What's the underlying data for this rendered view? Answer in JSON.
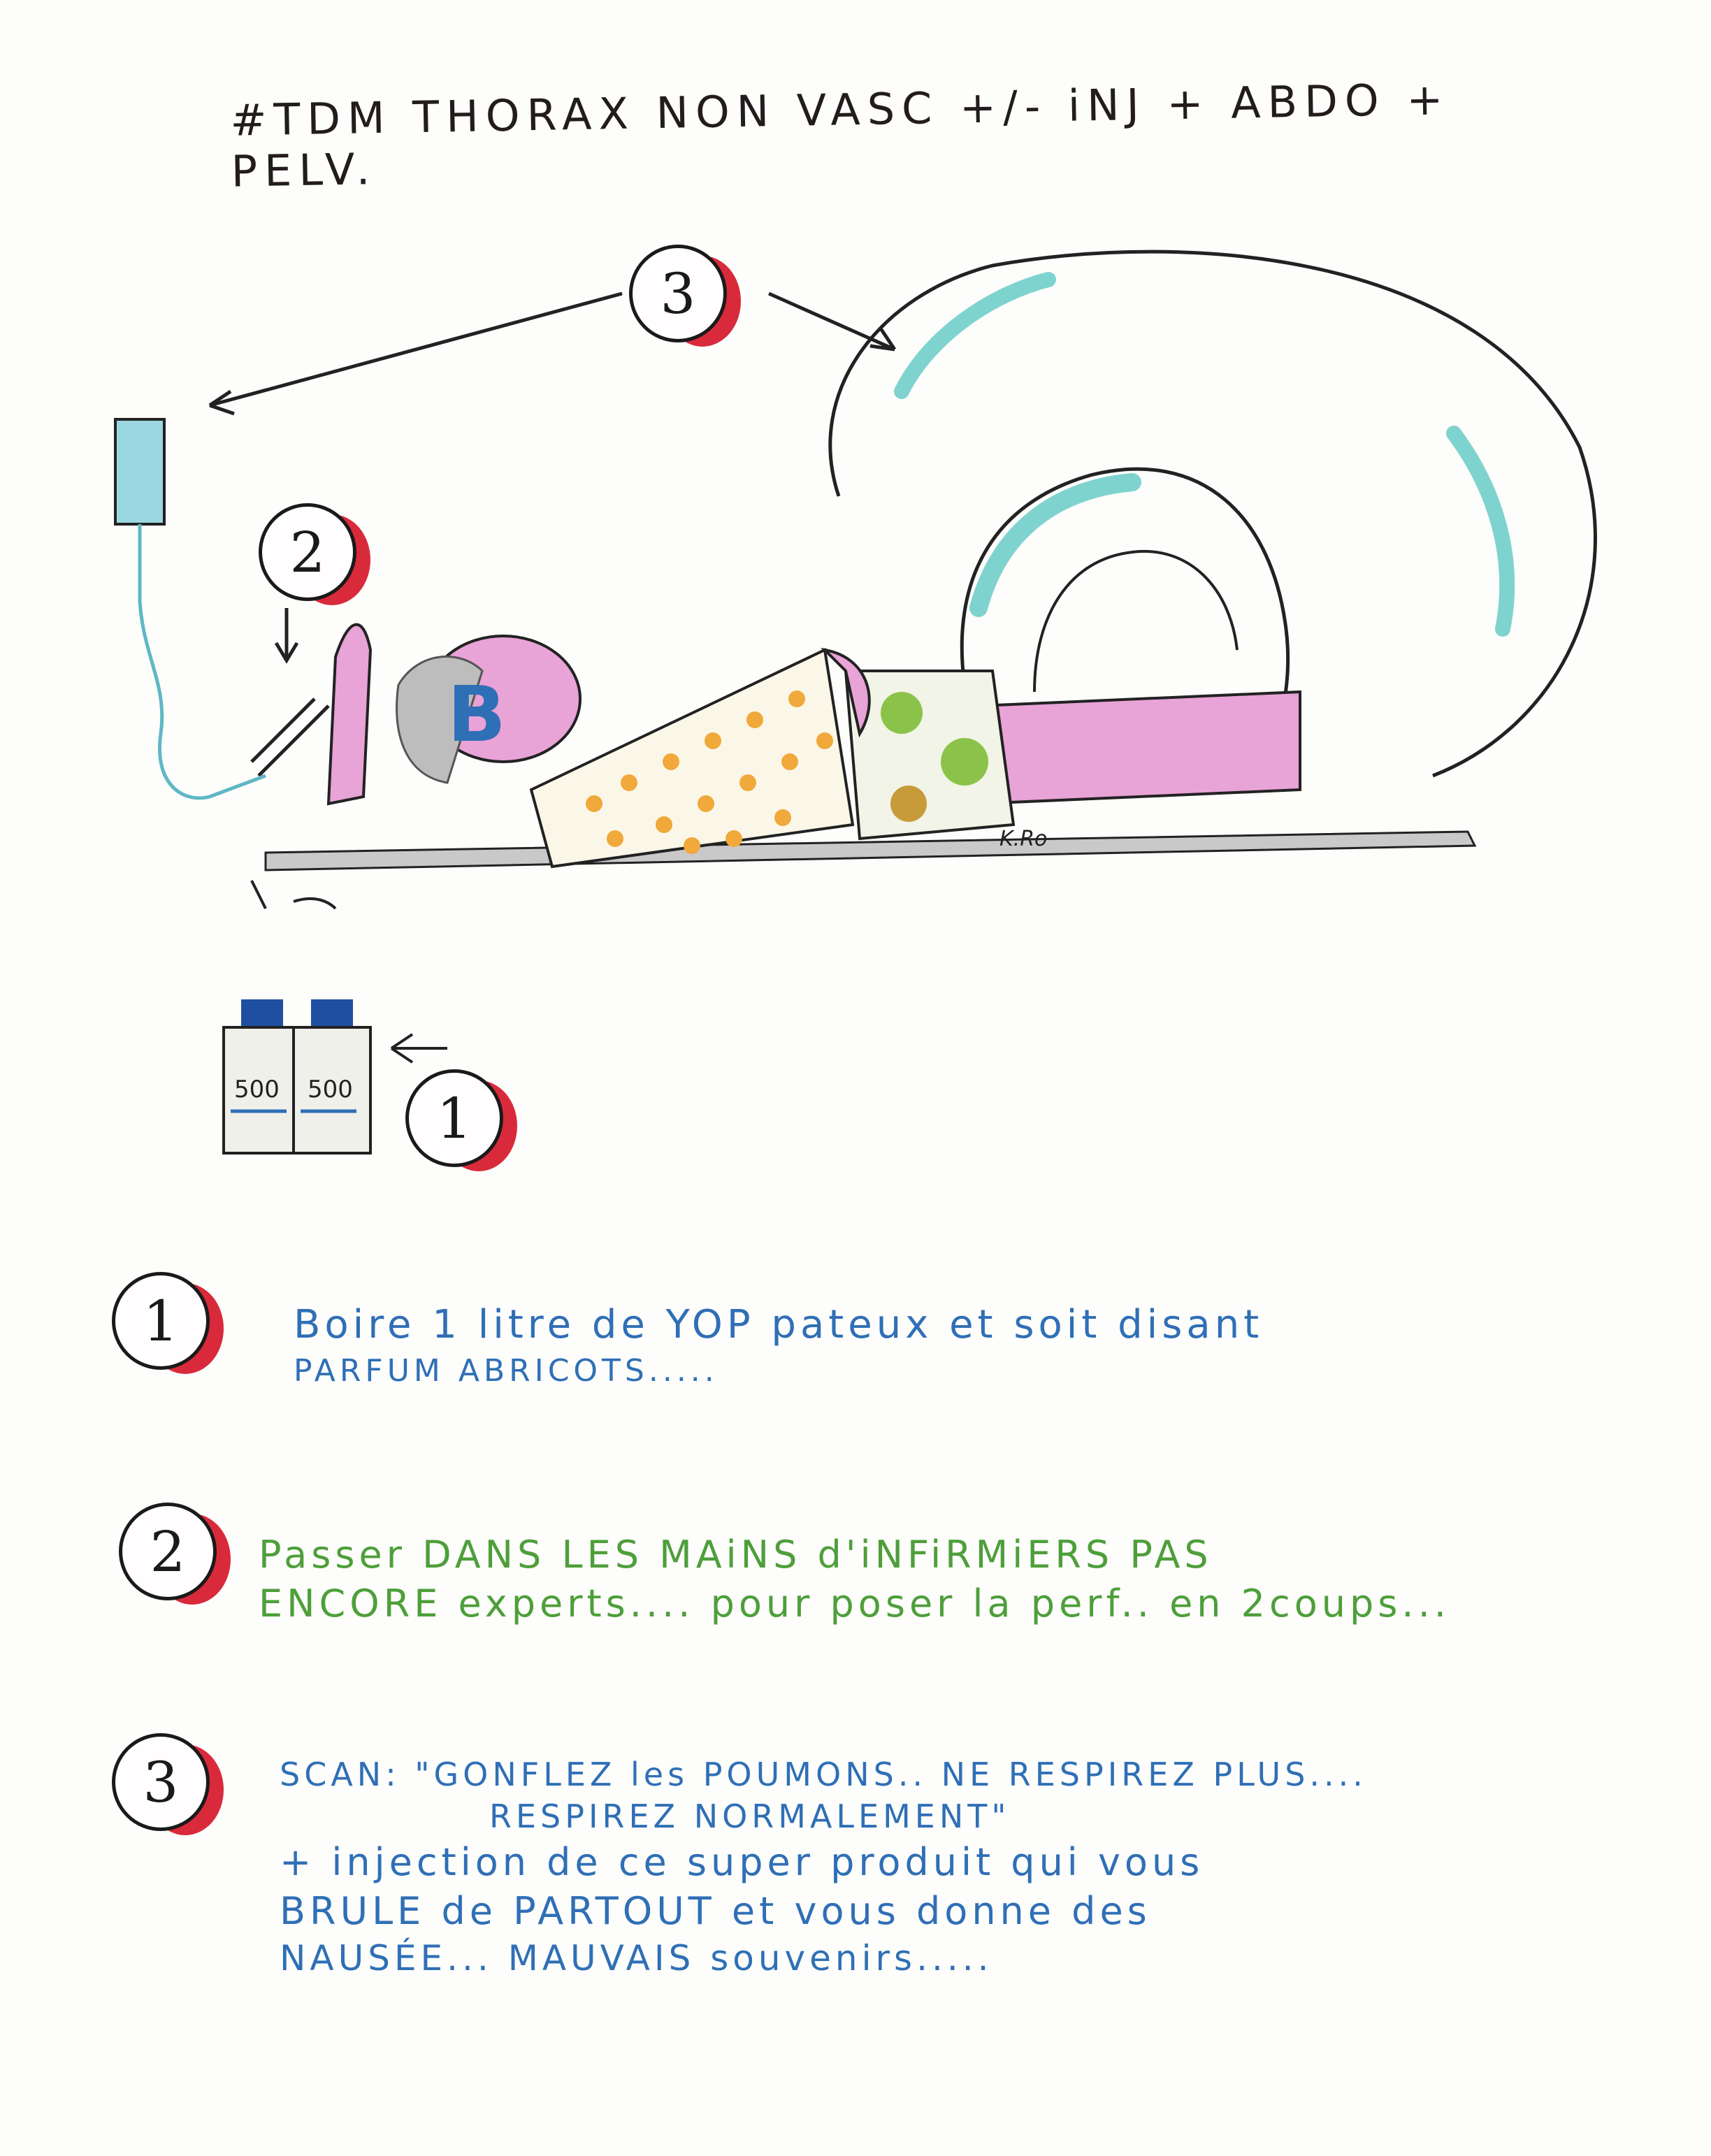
{
  "title": "#TDM THORAX NON VASC +/- iNJ + ABDO + PELV.",
  "scene": {
    "signature": "K.Ro",
    "bottle_label_1": "500",
    "bottle_label_2": "500",
    "marker_1": "1",
    "marker_2": "2",
    "marker_3": "3"
  },
  "notes": [
    {
      "number": "1",
      "lines": [
        "Boire 1 litre de YOP pateux et soit disant",
        "PARFUM ABRICOTS....."
      ],
      "color": "#2f6fb6"
    },
    {
      "number": "2",
      "lines": [
        "Passer DANS LES MAiNS d'iNFiRMiERS PAS",
        "ENCORE experts.... pour poser la perf.. en 2coups..."
      ],
      "color": "#4e9f3a"
    },
    {
      "number": "3",
      "lines": [
        "SCAN: \"GONFLEZ les POUMONS.. NE RESPIREZ PLUS....",
        "RESPIREZ NORMALEMENT\"",
        "+ injection de ce super produit qui vous",
        "BRULE de PARTOUT et vous donne des",
        "NAUSÉE... MAUVAIS souvenirs....."
      ],
      "color": "#2f6fb6"
    }
  ]
}
